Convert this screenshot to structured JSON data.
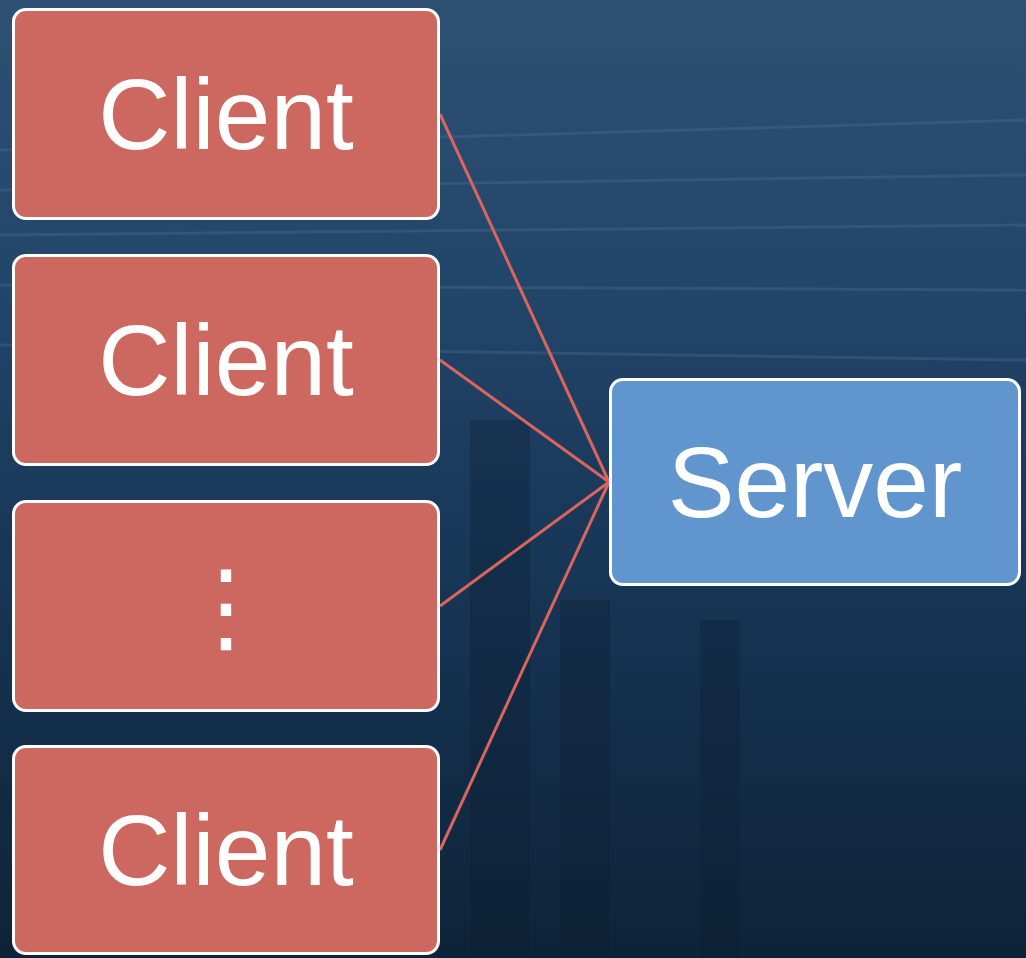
{
  "diagram": {
    "nodes": [
      {
        "text": [
          "Client"
        ]
      },
      {
        "text": [
          "Client"
        ]
      },
      {
        "text": [
          "⋮"
        ]
      },
      {
        "text": [
          "Client"
        ]
      },
      {
        "text": [
          "Server"
        ]
      }
    ],
    "edges": [
      {
        "from": 0,
        "to": 4,
        "arrow": "none"
      },
      {
        "from": 1,
        "to": 4,
        "arrow": "none"
      },
      {
        "from": 2,
        "to": 4,
        "arrow": "none"
      },
      {
        "from": 3,
        "to": 4,
        "arrow": "none"
      }
    ]
  }
}
